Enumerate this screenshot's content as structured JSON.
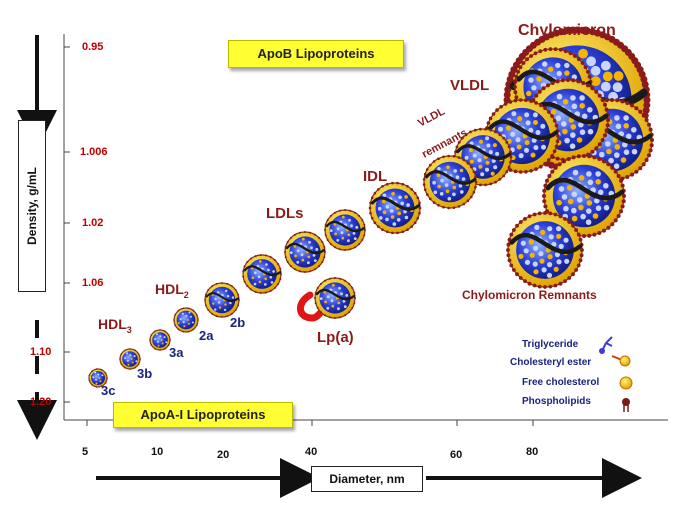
{
  "banners": {
    "apob": "ApoB Lipoproteins",
    "apoa": "ApoA-I Lipoproteins"
  },
  "axes": {
    "y_label": "Density, g/mL",
    "x_label": "Diameter, nm",
    "density_ticks": [
      "0.95",
      "1.006",
      "1.02",
      "1.06",
      "1.10",
      "1.20"
    ],
    "diameter_ticks": [
      "5",
      "10",
      "20",
      "40",
      "60",
      "80"
    ]
  },
  "classes": {
    "chylomicron": "Chylomicron",
    "vldl": "VLDL",
    "vldl_remnants_1": "VLDL",
    "vldl_remnants_2": "remnants",
    "idl": "IDL",
    "ldls": "LDLs",
    "hdl2_main": "HDL",
    "hdl2_sub": "2",
    "hdl3_main": "HDL",
    "hdl3_sub": "3",
    "lpa": "Lp(a)",
    "chylo_remnants": "Chylomicron Remnants"
  },
  "subclasses": [
    "3c",
    "3b",
    "3a",
    "2a",
    "2b"
  ],
  "legend": {
    "triglyceride": "Triglyceride",
    "cholesteryl_ester": "Cholesteryl ester",
    "free_cholesterol": "Free cholesterol",
    "phospholipids": "Phospholipids"
  },
  "colors": {
    "core": "#2b3fd6",
    "shell": "#f2c21a",
    "protein": "#1a1a1a",
    "label_dark_red": "#8b1a1a",
    "tick_red": "#c00000",
    "sub_navy": "#1a237e",
    "lpa_red": "#e01515",
    "banner_yellow": "#ffff33"
  }
}
